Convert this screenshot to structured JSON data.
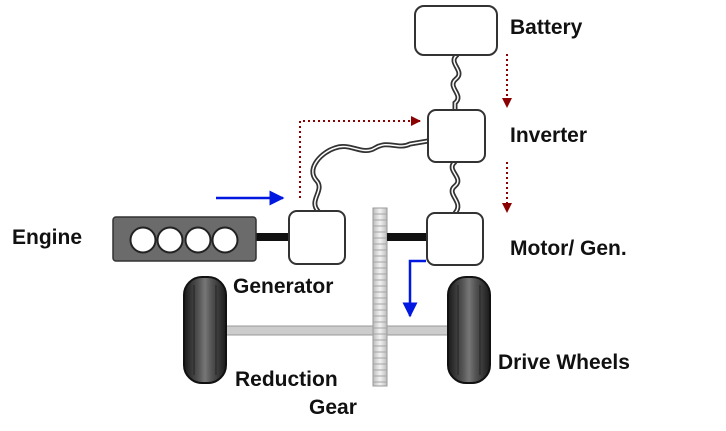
{
  "labels": {
    "battery": "Battery",
    "inverter": "Inverter",
    "engine": "Engine",
    "generator": "Generator",
    "motor_gen": "Motor/ Gen.",
    "reduction_gear_line1": "Reduction",
    "reduction_gear_line2": "Gear",
    "drive_wheels": "Drive Wheels"
  },
  "colors": {
    "background": "#ffffff",
    "box_fill": "#ffffff",
    "box_stroke": "#333333",
    "engine_body": "#6b6b6b",
    "power_flow_arrow": "#8b0000",
    "mechanical_flow_arrow": "#0018e0",
    "wheel": "#2a2a2a",
    "shaft": "#cccccc"
  }
}
